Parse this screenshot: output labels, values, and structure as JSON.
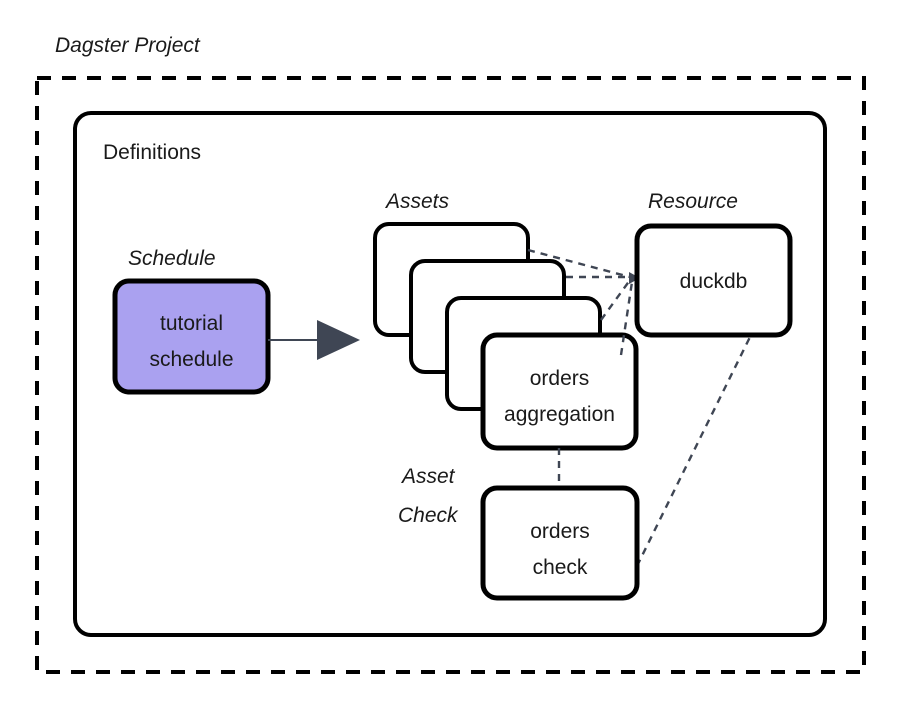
{
  "diagram": {
    "title": "Dagster Project",
    "container": {
      "label": "Definitions"
    },
    "groups": {
      "schedule": "Schedule",
      "assets": "Assets",
      "resource": "Resource",
      "asset_check_line1": "Asset",
      "asset_check_line2": "Check"
    },
    "nodes": {
      "schedule": {
        "line1": "tutorial",
        "line2": "schedule",
        "fill": "#aaa1f0",
        "stroke": "#000000"
      },
      "asset_front": {
        "line1": "orders",
        "line2": "aggregation",
        "fill": "#ffffff",
        "stroke": "#000000"
      },
      "resource": {
        "line1": "duckdb",
        "fill": "#ffffff",
        "stroke": "#000000"
      },
      "asset_check": {
        "line1": "orders",
        "line2": "check",
        "fill": "#ffffff",
        "stroke": "#000000"
      }
    },
    "colors": {
      "outline": "#000000",
      "dependency": "#3f4654",
      "flow_arrow": "#3f4654",
      "schedule_fill": "#aaa1f0",
      "background": "#ffffff"
    },
    "edges": {
      "schedule_to_assets": "solid-arrow",
      "assets_to_resource": "dashed",
      "asset_to_check": "dashed",
      "check_to_resource": "dashed"
    },
    "stack": {
      "card_count": 4
    }
  }
}
